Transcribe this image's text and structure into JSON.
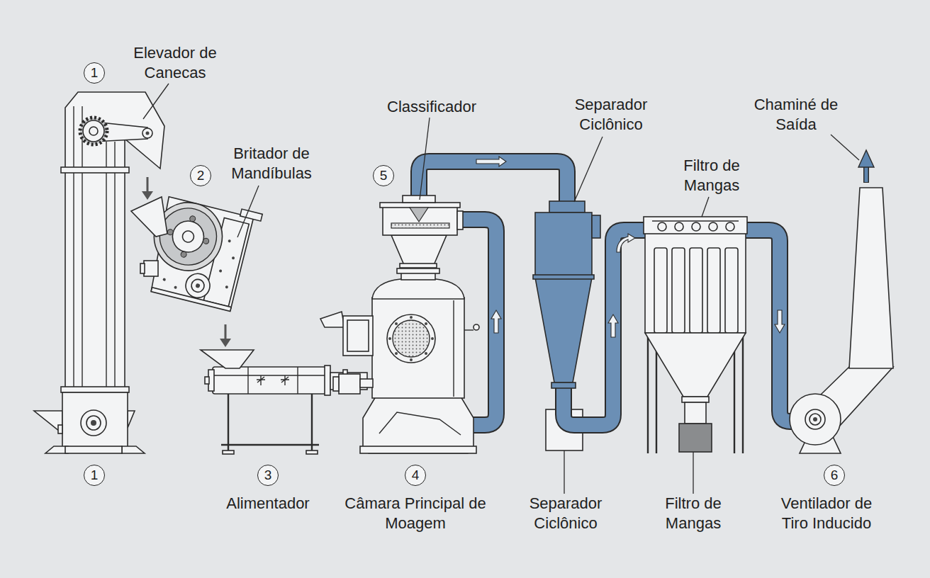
{
  "diagram": {
    "labels": [
      "1",
      "Elevador de Canecas",
      "2",
      "Britador de Mandíbulas",
      "Classificador",
      "5",
      "Separador Ciclônico",
      "Chaminé de Saída",
      "Filtro de Mangas",
      "1",
      "3",
      "Alimentador",
      "4",
      "Câmara Principal de Moagem",
      "Separador Ciclônico",
      "Filtro de Mangas",
      "6",
      "Ventilador de Tiro Inducido"
    ]
  }
}
